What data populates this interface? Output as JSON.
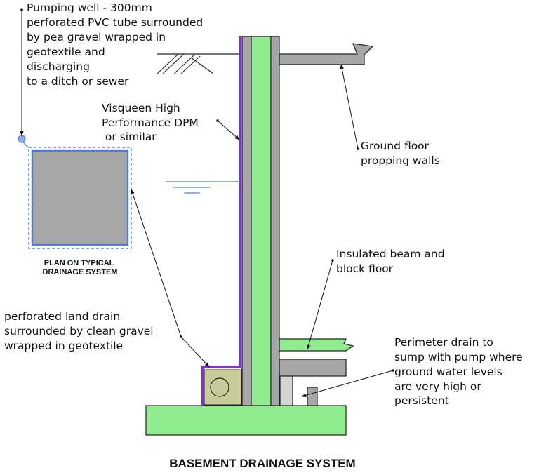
{
  "title": "BASEMENT DRAINAGE SYSTEM",
  "plan_caption": [
    "PLAN ON TYPICAL",
    "DRAINAGE SYSTEM"
  ],
  "labels": {
    "pumping_well": [
      "Pumping well - 300mm",
      "perforated PVC tube surrounded",
      "by pea gravel wrapped in",
      "geotextile and",
      "discharging",
      "to a ditch or sewer"
    ],
    "visqueen": [
      "Visqueen High",
      "Performance DPM",
      " or similar"
    ],
    "ground_floor": [
      "Ground floor",
      "propping walls"
    ],
    "insulated_floor": [
      "Insulated beam and",
      "block floor"
    ],
    "land_drain": [
      "perforated land drain",
      "surrounded by clean gravel",
      "wrapped in geotextile"
    ],
    "perimeter_drain": [
      "Perimeter drain to",
      "sump with pump where",
      "ground water levels",
      "are very high or",
      "persistent"
    ]
  },
  "colors": {
    "concrete_green": "#8fec8f",
    "wall_grey": "#a6a6a6",
    "dpm_purple": "#8033cc",
    "drainage_blue": "#4d7fd9",
    "gravel_fill": "#c8cc98",
    "outline": "#222222"
  }
}
